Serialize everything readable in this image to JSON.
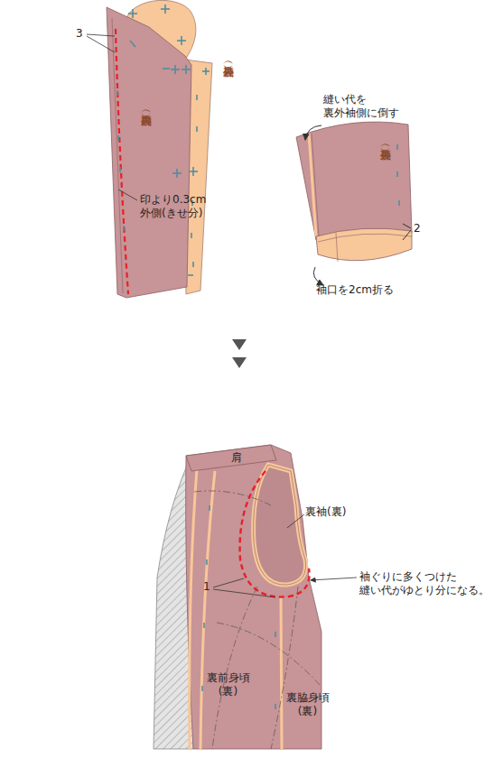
{
  "diagram": {
    "labels": [
      "3",
      "裏外袖（表）",
      "裏内袖（裏）",
      "印より0.3cm 外側(きせ分)",
      "縫い代を 裏外袖側に倒す",
      "裏外袖（裏）",
      "2",
      "袖口を2cm折る",
      "肩",
      "裏袖(裏)",
      "袖ぐりに多くつけた 縫い代がゆとり分になる。",
      "1",
      "裏前身頃 (裏)",
      "裏脇身頃 (裏)"
    ]
  }
}
